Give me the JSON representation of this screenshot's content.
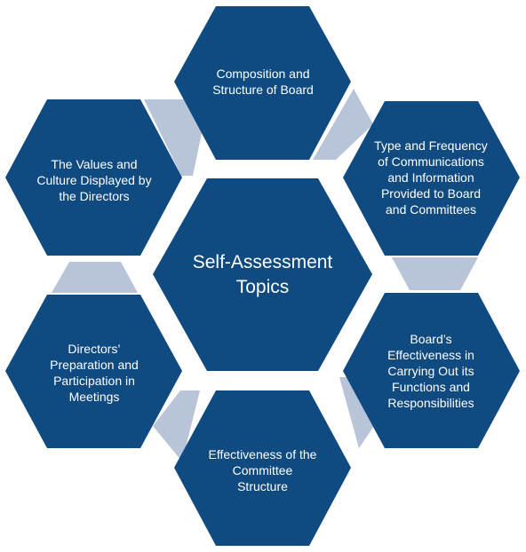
{
  "diagram": {
    "center": {
      "label": "Self-Assessment\nTopics"
    },
    "topics": [
      {
        "label": "Composition and\nStructure of Board"
      },
      {
        "label": "Type and Frequency\nof Communications\nand Information\nProvided to Board\nand Committees"
      },
      {
        "label": "Board’s\nEffectiveness in\nCarrying Out its\nFunctions and\nResponsibilities"
      },
      {
        "label": "Effectiveness of the\nCommittee\nStructure"
      },
      {
        "label": "Directors’\nPreparation and\nParticipation in\nMeetings"
      },
      {
        "label": "The Values and\nCulture Displayed by\nthe Directors"
      }
    ],
    "colors": {
      "hexagon": "#0f4a80",
      "connector": "#b8c4d8",
      "text": "#ffffff"
    }
  }
}
